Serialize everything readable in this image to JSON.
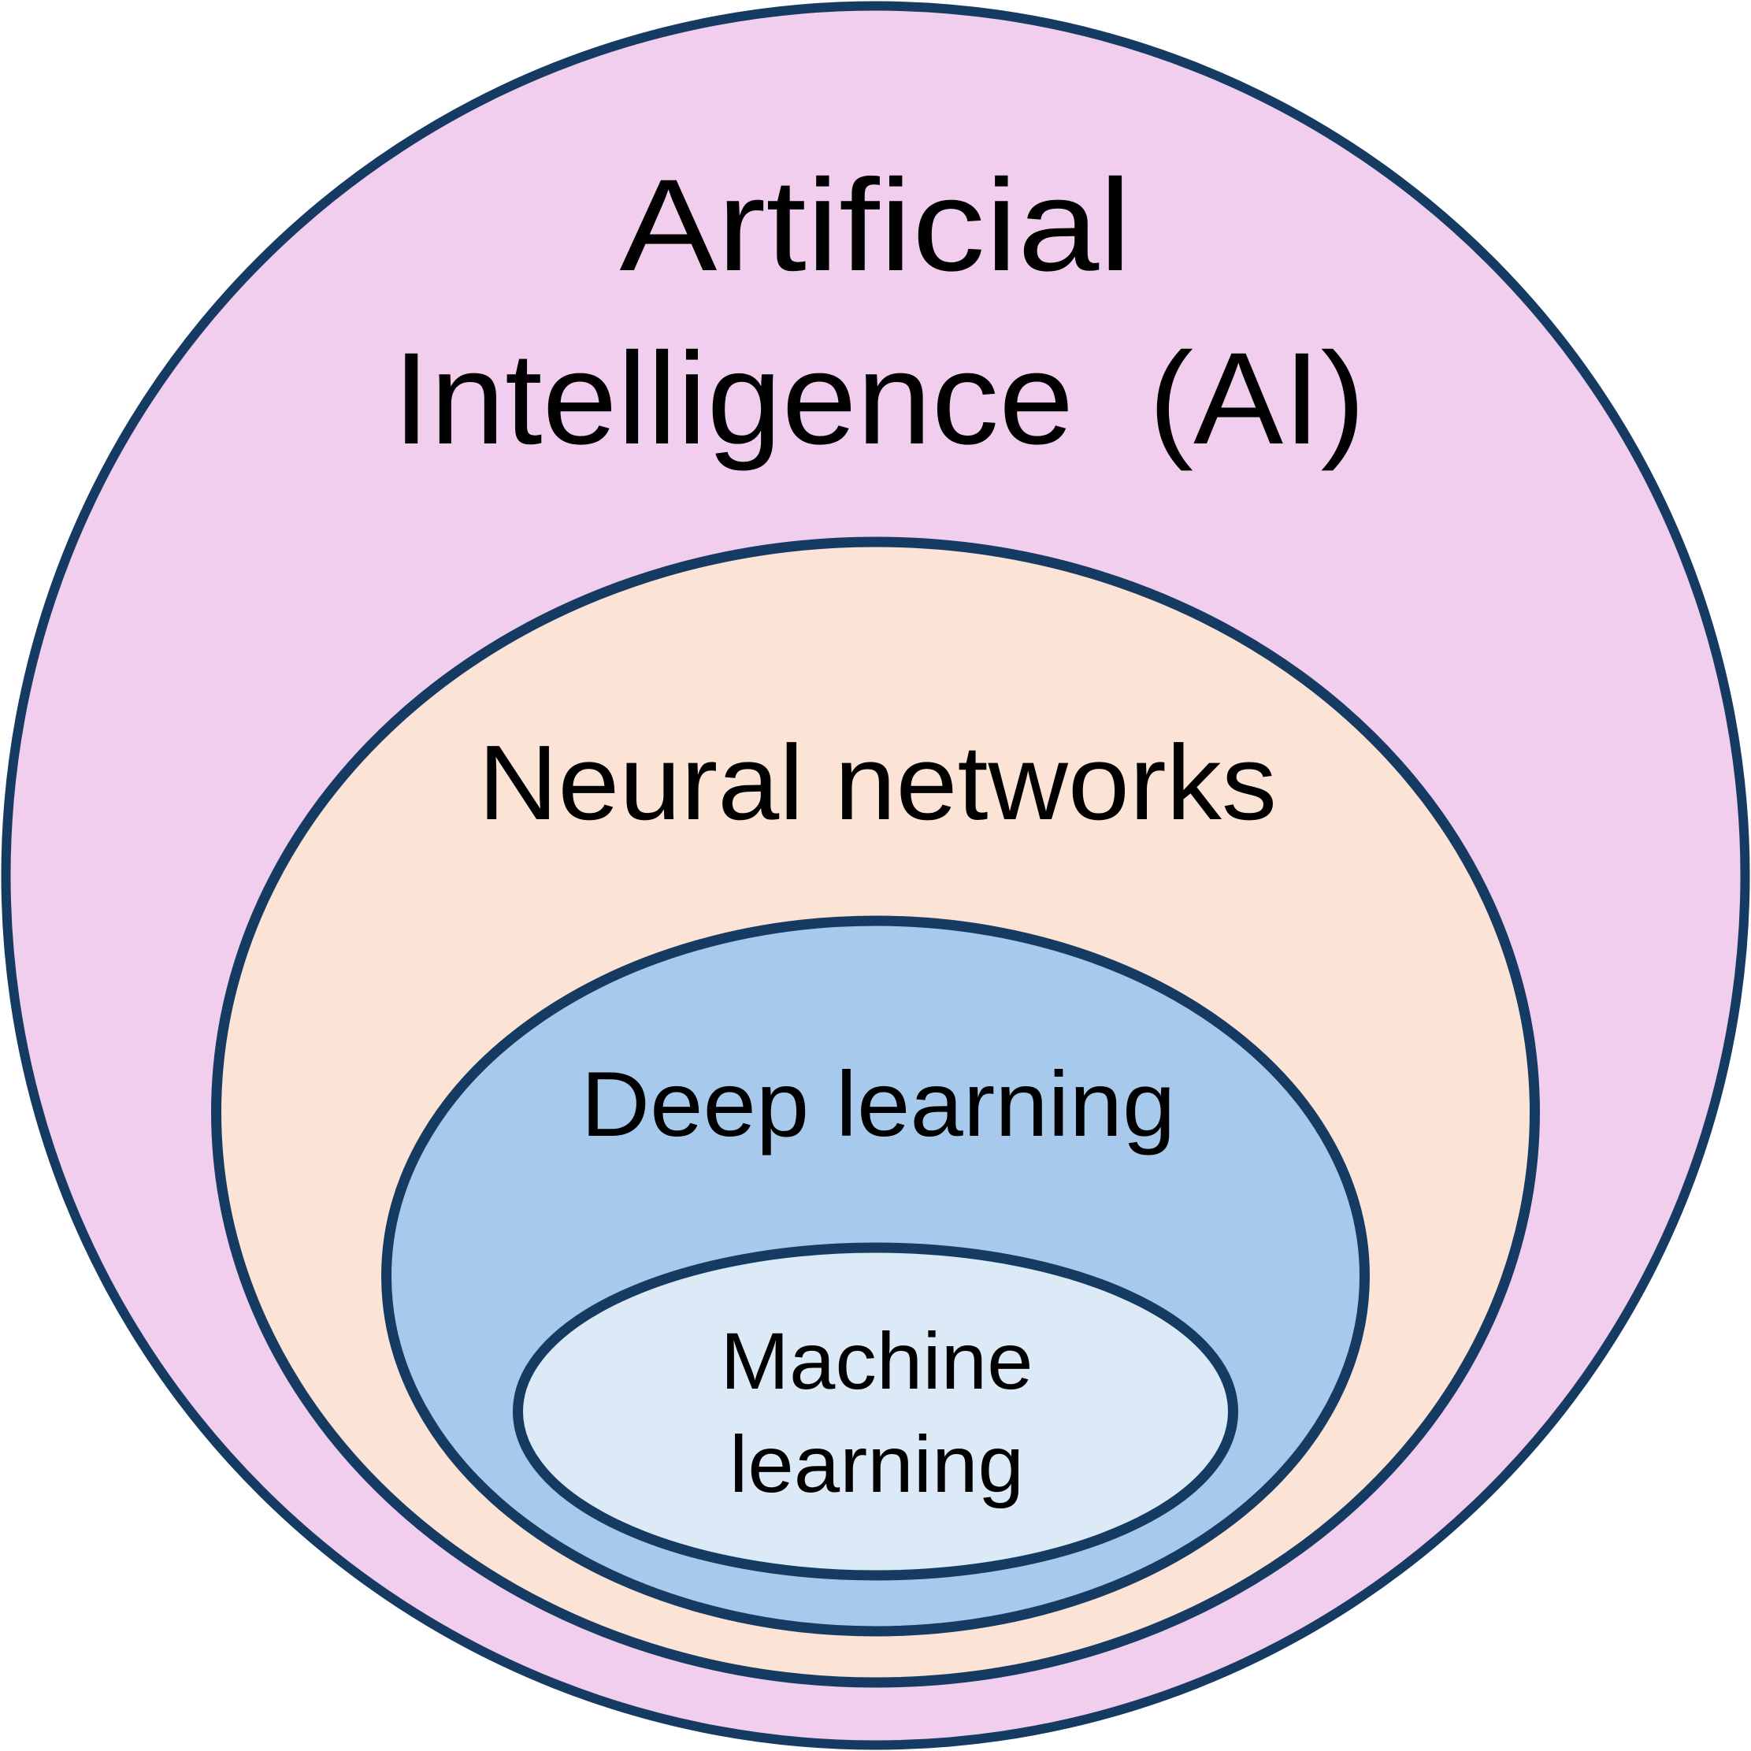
{
  "diagram": {
    "type": "nested-venn",
    "stroke_color": "#153b63",
    "regions": [
      {
        "id": "ai",
        "label_lines": [
          "Artificial",
          "Intelligence  (AI)"
        ],
        "fill": "#f1cdee"
      },
      {
        "id": "neural-networks",
        "label_lines": [
          "Neural networks"
        ],
        "fill": "#fbe3d6"
      },
      {
        "id": "deep-learning",
        "label_lines": [
          "Deep learning"
        ],
        "fill": "#a6c9ec"
      },
      {
        "id": "machine-learning",
        "label_lines": [
          "Machine",
          "learning"
        ],
        "fill": "#dce9f7"
      }
    ]
  }
}
